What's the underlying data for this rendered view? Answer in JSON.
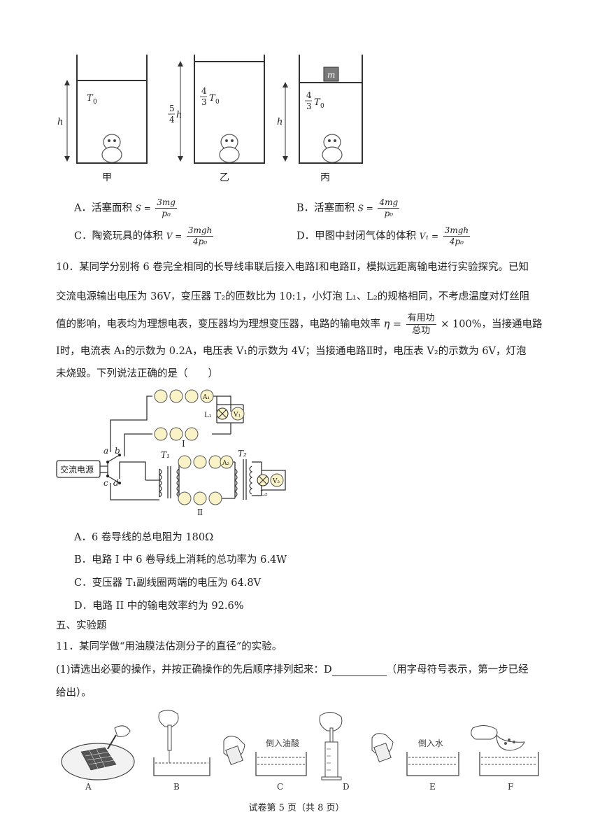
{
  "fig9": {
    "labels": [
      "甲",
      "乙",
      "丙"
    ],
    "jia": {
      "h": "h",
      "T": "T",
      "T_sub": "0"
    },
    "yi": {
      "h_num": "5",
      "h_den": "4",
      "h": "h",
      "T_num": "4",
      "T_den": "3",
      "T": "T",
      "T_sub": "0"
    },
    "bing": {
      "h": "h",
      "m": "m",
      "T_num": "4",
      "T_den": "3",
      "T": "T",
      "T_sub": "0"
    }
  },
  "q9_options": {
    "A": {
      "label": "A．活塞面积",
      "var": "S =",
      "num": "3mg",
      "den": "p₀"
    },
    "B": {
      "label": "B．活塞面积",
      "var": "S =",
      "num": "4mg",
      "den": "p₀"
    },
    "C": {
      "label": "C．陶瓷玩具的体积",
      "var": "V =",
      "num": "3mgh",
      "den": "4p₀"
    },
    "D": {
      "label": "D．甲图中封闭气体的体积",
      "var": "V₁ =",
      "num": "3mgh",
      "den": "4p₀"
    }
  },
  "q10": {
    "line1": "10．某同学分别将 6 卷完全相同的长导线串联后接入电路Ⅰ和电路Ⅱ，模拟远距离输电进行实验探究。已知",
    "line2": "交流电源输出电压为 36V，变压器 T₂的匝数比为 10:1，小灯泡 L₁、L₂的规格相同，不考虑温度对灯丝阻",
    "line3a": "值的影响，电表均为理想电表，变压器均为理想变压器，电路的输电效率",
    "eta": "η =",
    "frac_num": "有用功",
    "frac_den": "总功",
    "line3b": "× 100%，当接通电路",
    "line4": "Ⅰ时，电流表 A₁的示数为 0.2A，电压表 V₁的示数为 4V；当接通电路Ⅱ时，电压表 V₂的示数为 6V，灯泡",
    "line5": "未烧毁。下列说法正确的是（　　）",
    "circuit": {
      "source": "交流电源",
      "a": "a",
      "b": "b",
      "c": "c",
      "d": "d",
      "A1": "A₁",
      "V1": "V₁",
      "L1": "L₁",
      "A2": "A₂",
      "V2": "V₂",
      "L2": "L₂",
      "T1": "T₁",
      "T2": "T₂",
      "I": "I",
      "II": "Ⅱ"
    },
    "options": [
      "A．6 卷导线的总电阻为 180Ω",
      "B．电路 I 中 6 卷导线上消耗的总功率为 6.4W",
      "C．变压器 T₁副线圈两端的电压为 64.8V",
      "D．电路 II 中的输电效率约为 92.6%"
    ]
  },
  "section5": "五、实验题",
  "q11": {
    "line1": "11．某同学做“用油膜法估测分子的直径”的实验。",
    "line2a": "(1)请选出必要的操作，并按正确操作的先后顺序排列起来：D",
    "line2b": "（用字母符号表示，第一步已经",
    "line3": "给出）。",
    "steps": [
      "A",
      "B",
      "C",
      "D",
      "E",
      "F"
    ],
    "step_c_text": "倒入油酸",
    "step_e_text": "倒入水"
  },
  "footer": "试卷第 5 页（共 8 页）"
}
